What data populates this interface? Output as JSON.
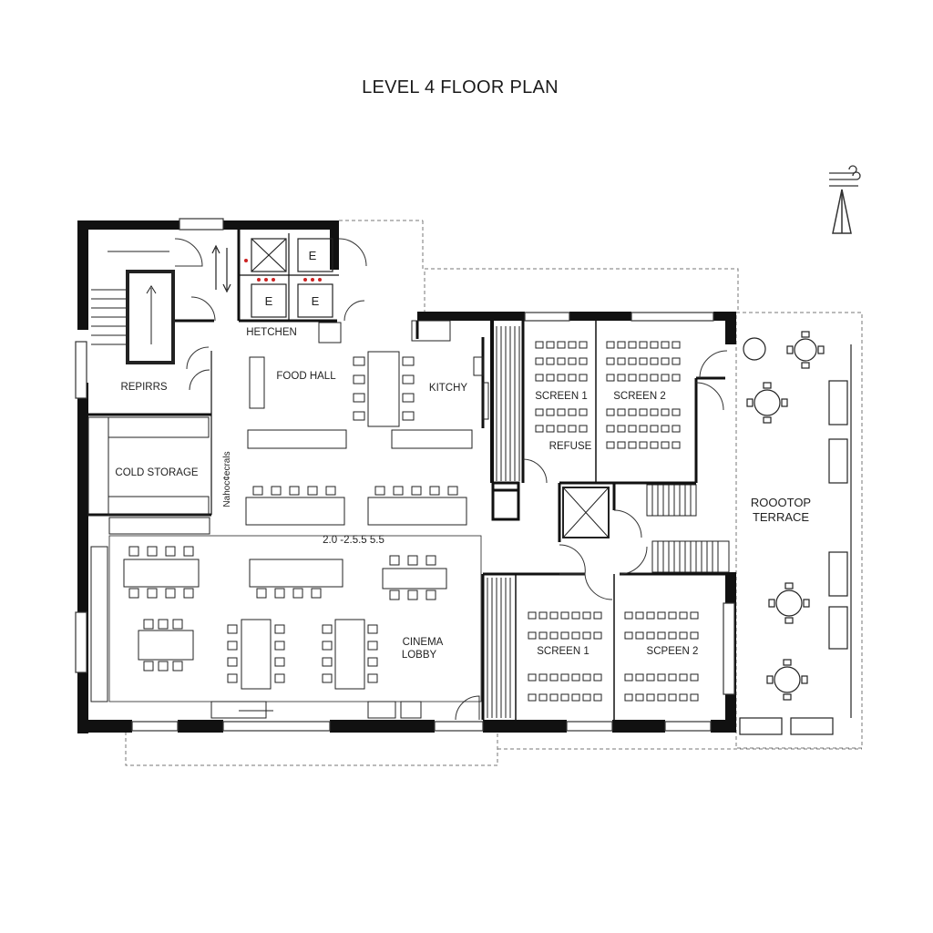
{
  "title": "LEVEL 4 FLOOR PLAN",
  "rooms": {
    "repairs": "REPIRRS",
    "kitchen_top": "HETCHEN",
    "food_hall": "FOOD HALL",
    "kitchy": "KITCHY",
    "cold_storage": "COLD STORAGE",
    "side_note": "Nahoc¢ecrals",
    "dimension": "2.0 -2.5.5 5.5",
    "cinema_lobby_1": "CINEMA",
    "cinema_lobby_2": "LOBBY",
    "screen1_upper": "SCREEN 1",
    "screen2_upper": "SCREEN 2",
    "refuse": "REFUSE",
    "screen1_lower": "SCREEN 1",
    "screen2_lower": "SCPEEN 2",
    "terrace_1": "ROOOTOP",
    "terrace_2": "TERRACE"
  },
  "lift_labels": [
    "E",
    "E",
    "E"
  ],
  "icons": {
    "north_arrow": "north-arrow-icon",
    "wind": "wind-icon"
  },
  "colors": {
    "wall": "#111111",
    "line": "#333333",
    "dashed": "#777777",
    "accent": "#cc2222"
  }
}
